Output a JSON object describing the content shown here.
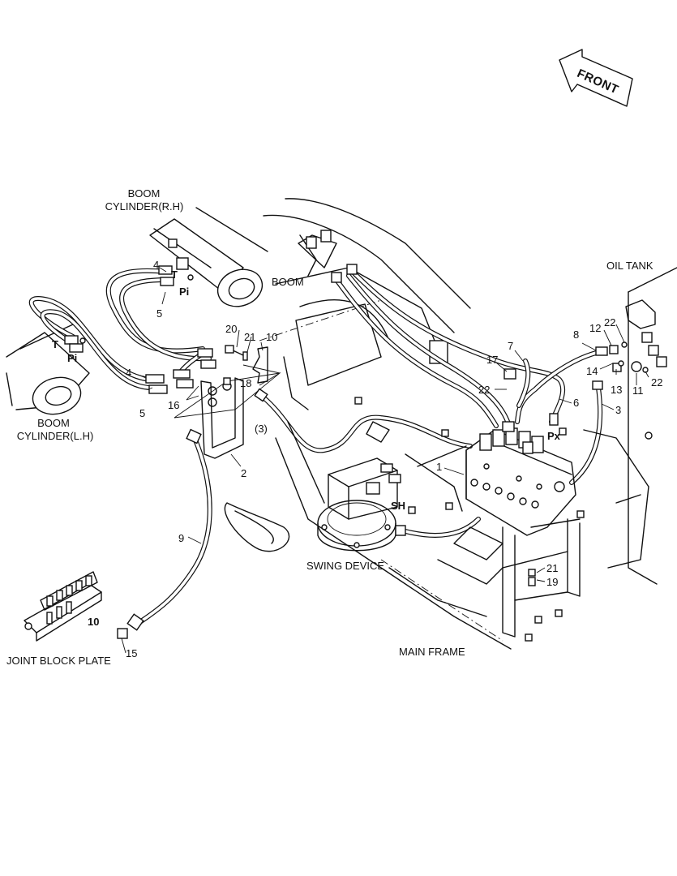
{
  "diagram": {
    "direction_label": "FRONT",
    "labels": {
      "boom_cyl_rh_line1": "BOOM",
      "boom_cyl_rh_line2": "CYLINDER(R.H)",
      "boom_cyl_lh_line1": "BOOM",
      "boom_cyl_lh_line2": "CYLINDER(L.H)",
      "boom": "BOOM",
      "oil_tank": "OIL TANK",
      "swing_device": "SWING DEVICE",
      "main_frame": "MAIN FRAME",
      "joint_block_plate": "JOINT BLOCK PLATE"
    },
    "port_labels": {
      "t_rh": "T",
      "pi_rh": "Pi",
      "t_lh": "T",
      "pi_lh": "Pi",
      "px": "Px",
      "sh": "SH"
    },
    "callouts": {
      "c1": "1",
      "c2": "2",
      "c3": "3",
      "c3_ref": "(3)",
      "c4_rh": "4",
      "c5_rh": "5",
      "c4_lh": "4",
      "c5_lh": "5",
      "c6": "6",
      "c7": "7",
      "c8": "8",
      "c9": "9",
      "c10_top": "10",
      "c10_joint": "10",
      "c11": "11",
      "c12": "12",
      "c13": "13",
      "c14": "14",
      "c15": "15",
      "c16": "16",
      "c17": "17",
      "c18": "18",
      "c19": "19",
      "c20": "20",
      "c21_top": "21",
      "c21_bot": "21",
      "c22_a": "22",
      "c22_b": "22",
      "c22_c": "22"
    }
  }
}
